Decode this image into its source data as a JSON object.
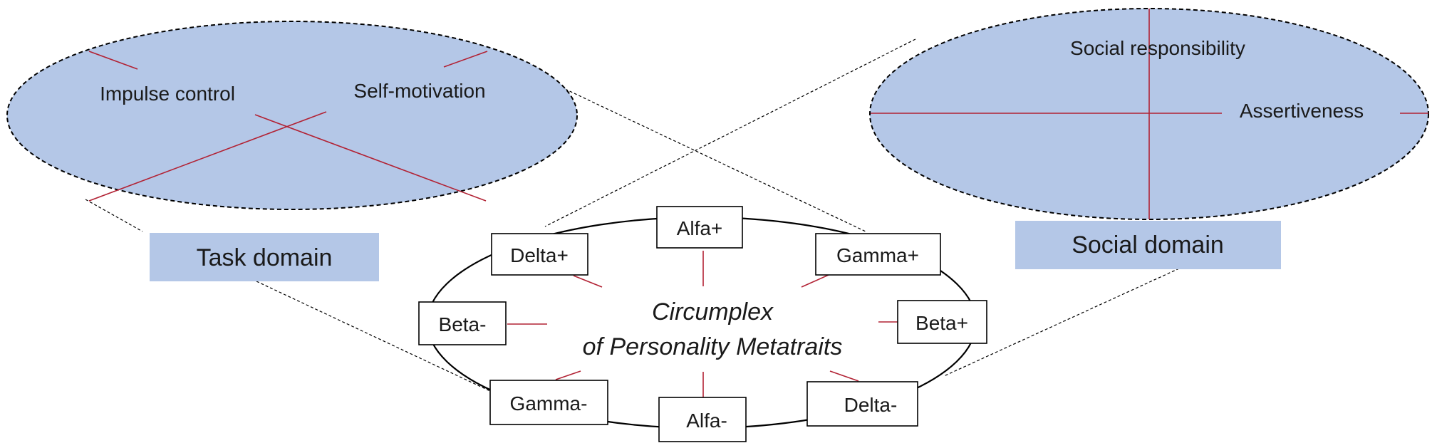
{
  "task_domain": {
    "label": "Task domain",
    "facets": [
      "Impulse control",
      "Self-motivation"
    ]
  },
  "social_domain": {
    "label": "Social domain",
    "facets": [
      "Social responsibility",
      "Assertiveness"
    ]
  },
  "circumplex": {
    "title_line1": "Circumplex",
    "title_line2": "of Personality Metatraits",
    "metatraits": {
      "alfa_plus": "Alfa+",
      "alfa_minus": "Alfa-",
      "beta_plus": "Beta+",
      "beta_minus": "Beta-",
      "gamma_plus": "Gamma+",
      "gamma_minus": "Gamma-",
      "delta_plus": "Delta+",
      "delta_minus": "Delta-"
    }
  },
  "colors": {
    "domain_fill": "#b4c7e7",
    "axis_red": "#b22234",
    "outline": "#000000"
  }
}
